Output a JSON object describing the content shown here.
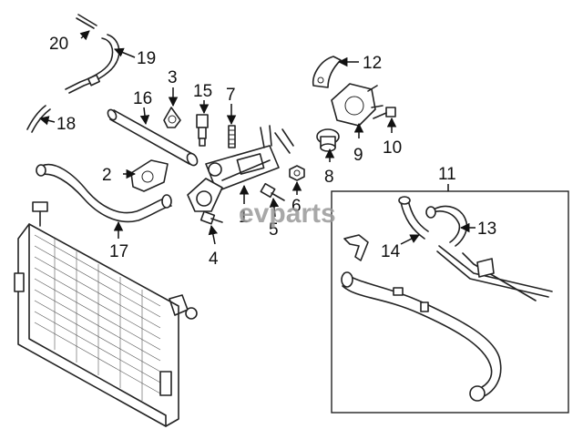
{
  "callouts": {
    "c1": "1",
    "c2": "2",
    "c3": "3",
    "c4": "4",
    "c5": "5",
    "c6": "6",
    "c7": "7",
    "c8": "8",
    "c9": "9",
    "c10": "10",
    "c11": "11",
    "c12": "12",
    "c13": "13",
    "c14": "14",
    "c15": "15",
    "c16": "16",
    "c17": "17",
    "c18": "18",
    "c19": "19",
    "c20": "20"
  },
  "watermark": "evparts",
  "colors": {
    "line": "#222222",
    "watermark": "#9a9a9a",
    "background": "#ffffff"
  }
}
